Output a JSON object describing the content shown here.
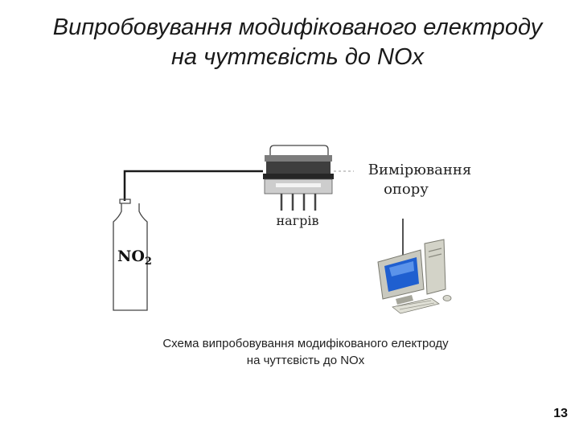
{
  "title": {
    "line1": "Випробовування модифікованого електроду",
    "line2": "на чуттєвість до NOx"
  },
  "diagram": {
    "gas_cylinder_label_main": "NO",
    "gas_cylinder_label_sub": "2",
    "heater_label": "нагрів",
    "measurement_label_line1": "Вимірювання",
    "measurement_label_line2": "опору"
  },
  "caption": {
    "line1": "Схема випробовування модифікованого електроду",
    "line2": "на чуттєвість до NOx"
  },
  "page_number": "13",
  "colors": {
    "line": "#1a1a1a",
    "monitor_screen": "#1f5fd0",
    "computer_body": "#c9c9bf"
  }
}
